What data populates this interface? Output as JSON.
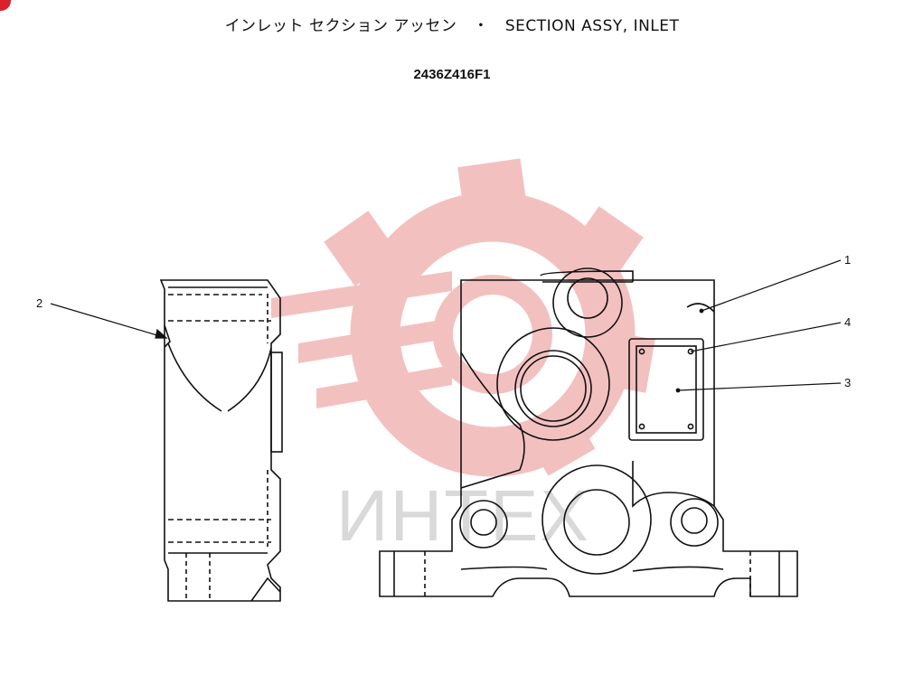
{
  "header": {
    "title_jp": "インレット セクション アッセン",
    "separator": "・",
    "title_en": "SECTION ASSY, INLET",
    "part_number": "2436Z416F1"
  },
  "callouts": [
    {
      "label": "1"
    },
    {
      "label": "2"
    },
    {
      "label": "3"
    },
    {
      "label": "4"
    }
  ],
  "watermark": {
    "text": "ИНТЕХ",
    "color": "#f2b9b9"
  },
  "colors": {
    "ink": "#111111",
    "corner_mark": "#d8232a"
  }
}
